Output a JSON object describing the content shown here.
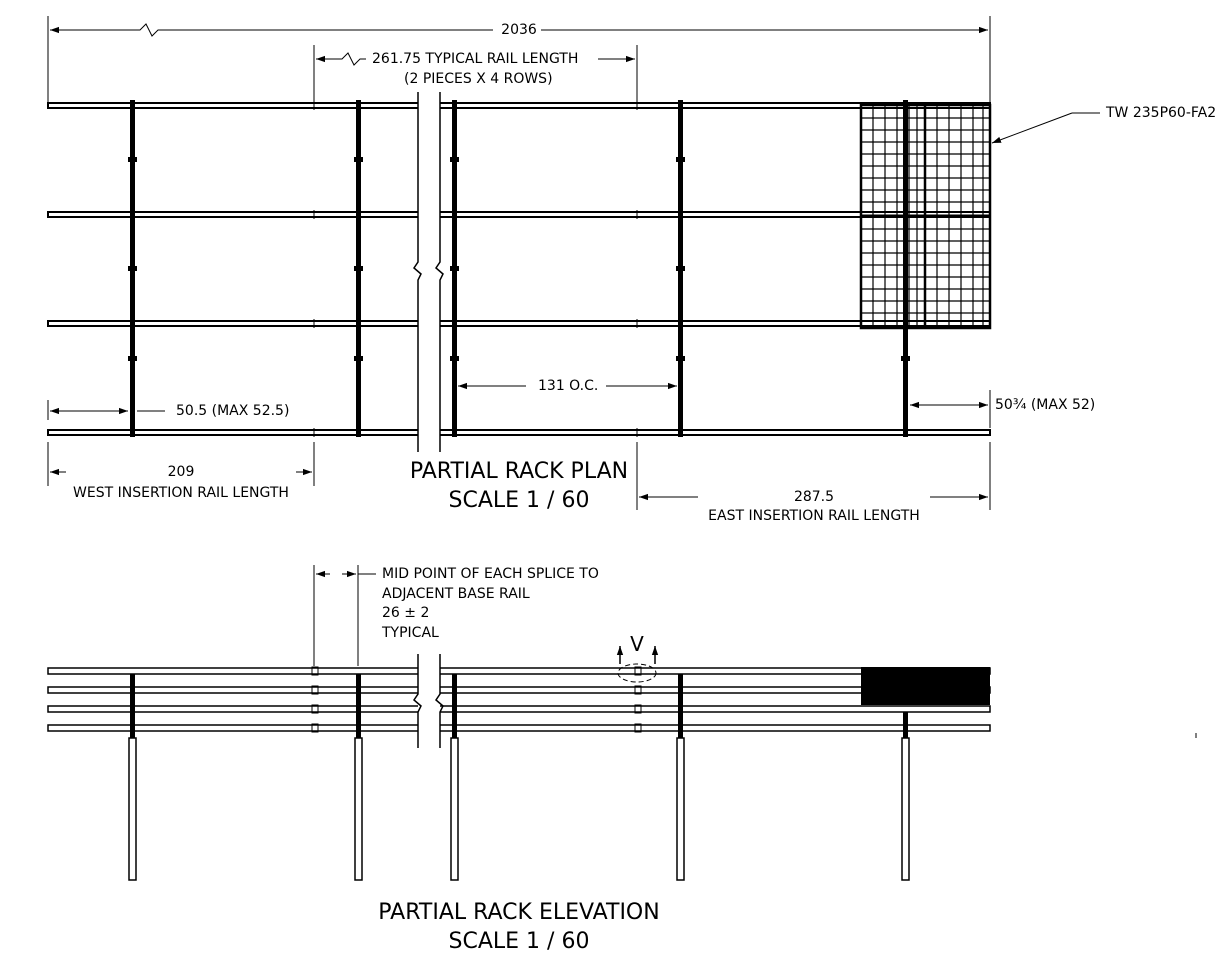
{
  "plan": {
    "overall_dimension": "2036",
    "typical_rail_length": "261.75 TYPICAL RAIL LENGTH",
    "typical_rail_pieces": "(2 PIECES X 4 ROWS)",
    "module_tag": "TW 235P60-FA2",
    "west_spacing": "50.5 (MAX 52.5)",
    "post_spacing": "131 O.C.",
    "east_spacing": "50¾ (MAX 52)",
    "west_rail_value": "209",
    "west_rail_label": "WEST INSERTION RAIL LENGTH",
    "east_rail_value": "287.5",
    "east_rail_label": "EAST INSERTION RAIL LENGTH",
    "title": "PARTIAL RACK PLAN",
    "scale": "SCALE 1 / 60"
  },
  "elevation": {
    "splice_note_line1": "MID POINT OF EACH SPLICE TO",
    "splice_note_line2": "ADJACENT BASE RAIL",
    "splice_note_line3": "26 ± 2",
    "splice_note_line4": "TYPICAL",
    "section_marker": "V",
    "title": "PARTIAL RACK ELEVATION",
    "scale": "SCALE 1 / 60"
  }
}
